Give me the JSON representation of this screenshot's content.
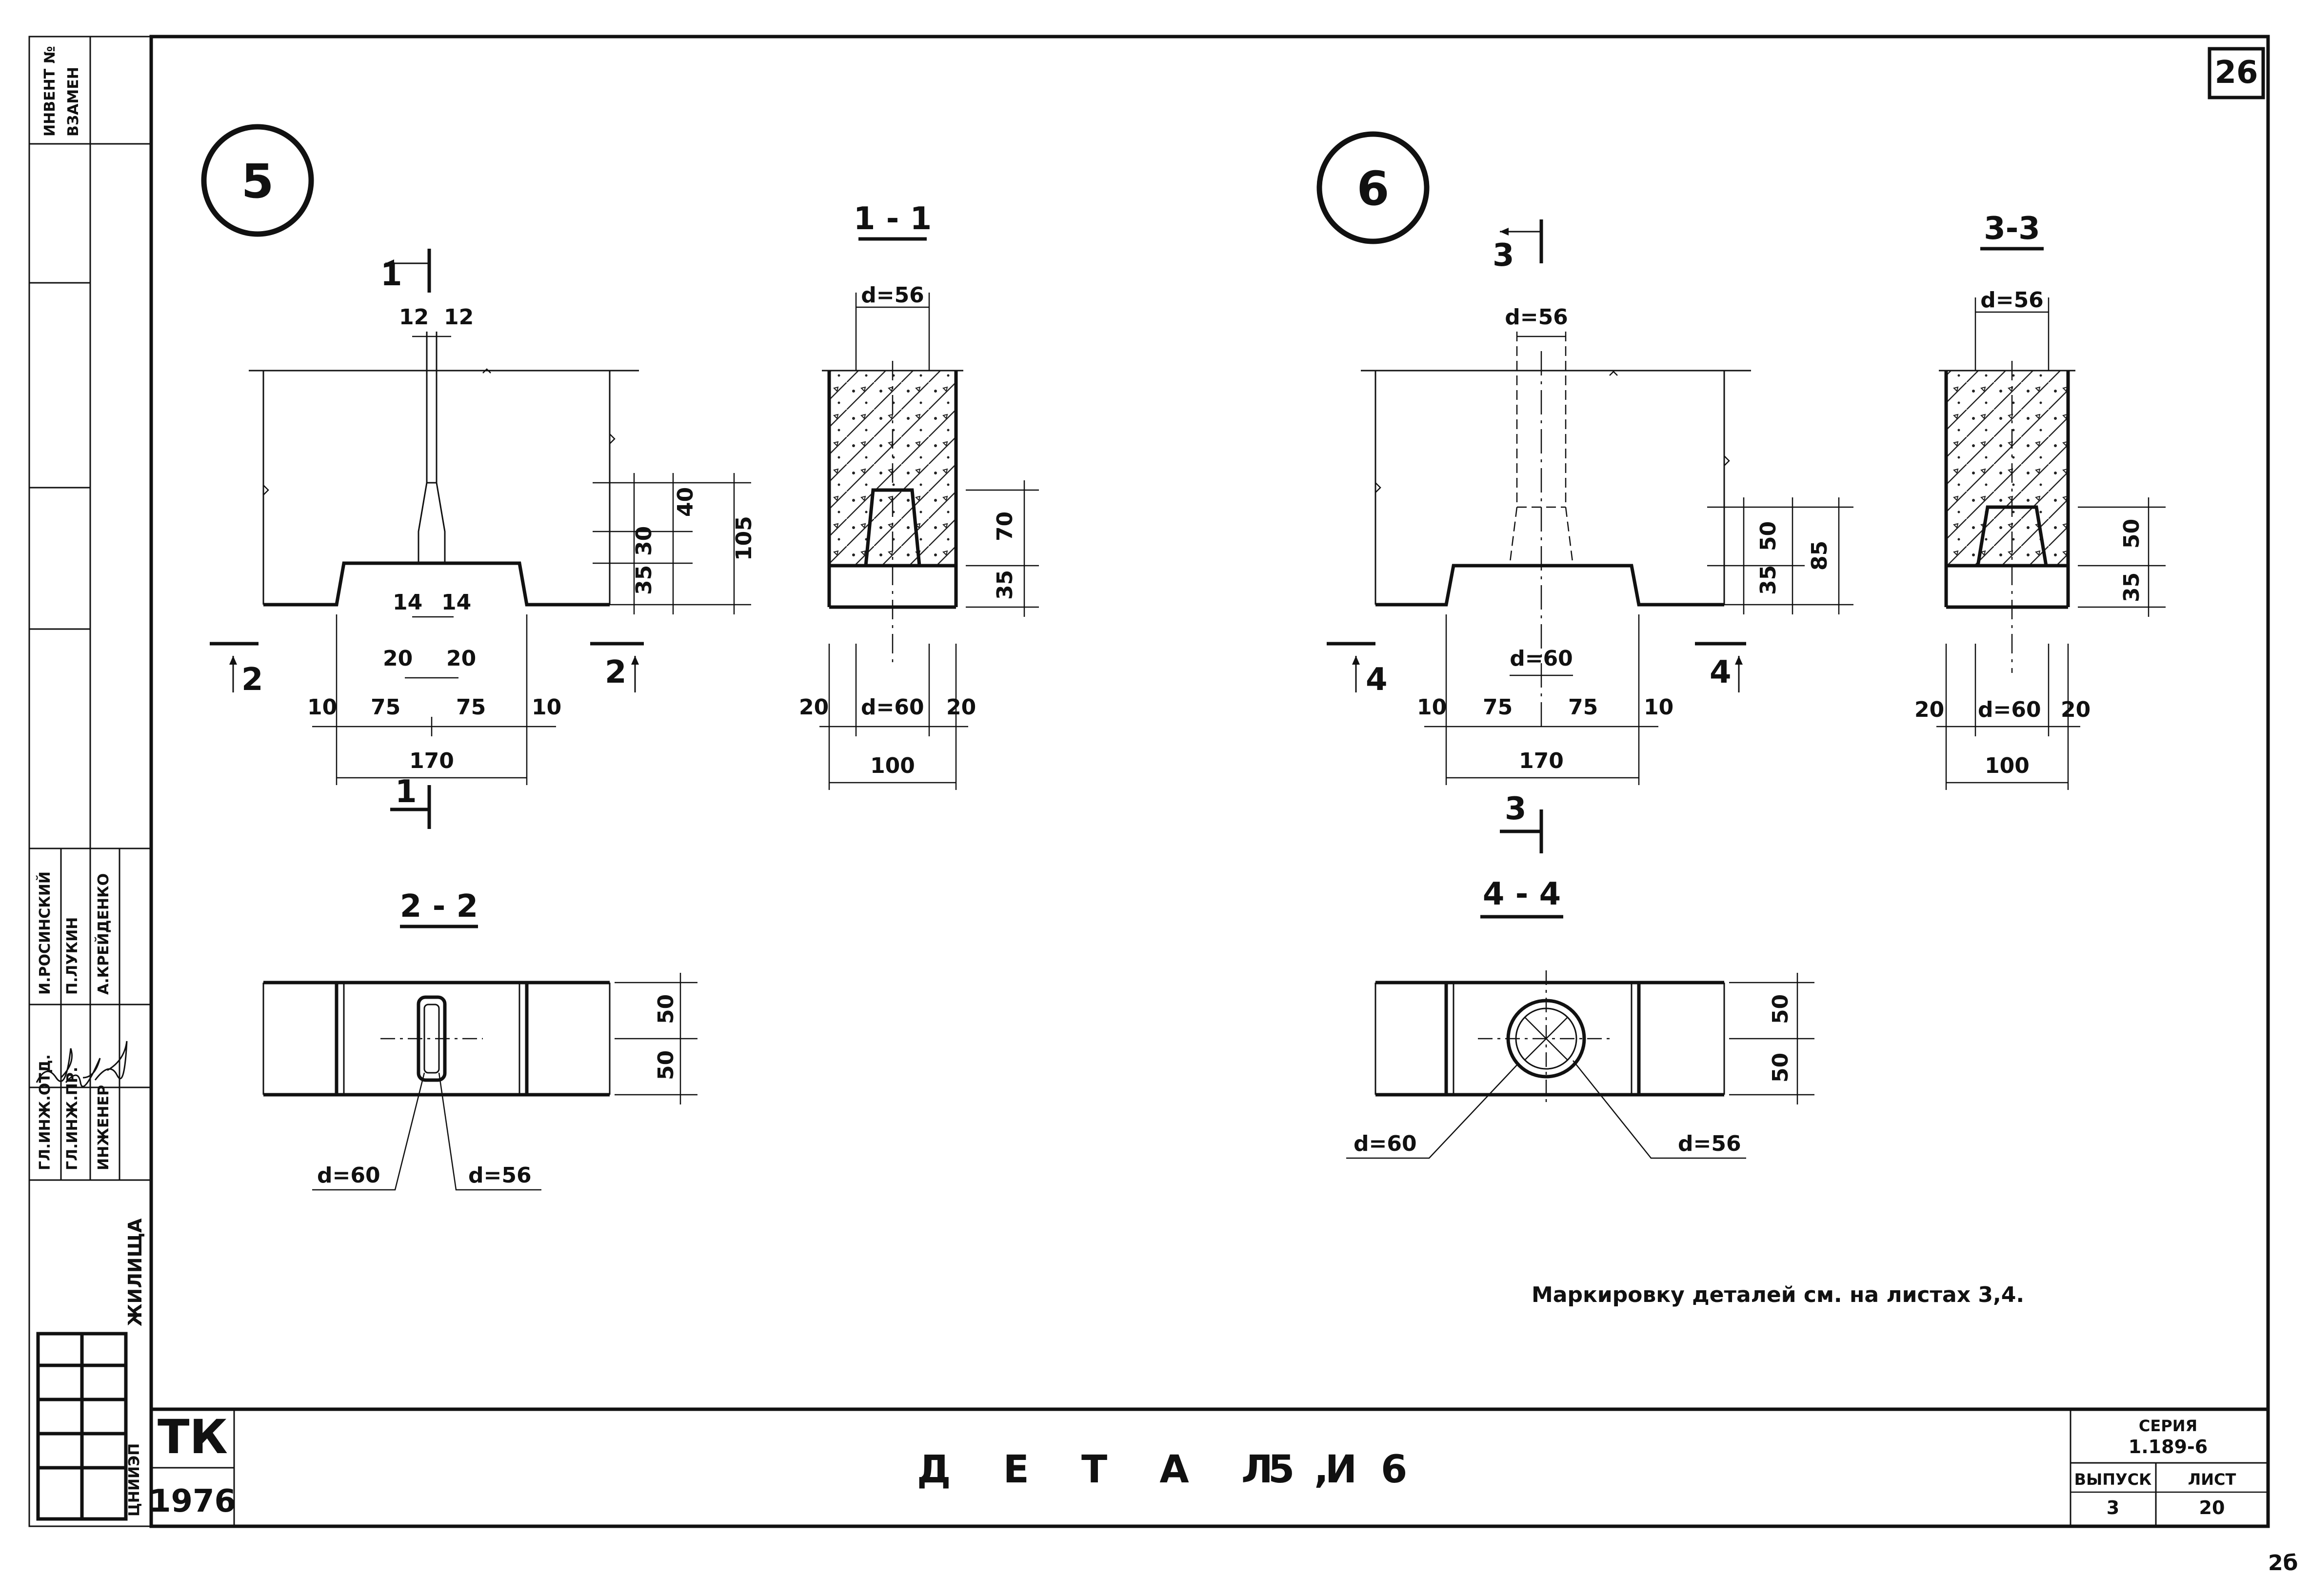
{
  "sheet": {
    "page_number": "26",
    "title": "Д Е Т А Л И",
    "title_numbers": "5, 6",
    "note": "Маркировку деталей см. на листах 3,4.",
    "org_code": "ТК",
    "year": "1976",
    "series_label": "СЕРИЯ",
    "series_value": "1.189-6",
    "issue_label": "ВЫПУСК",
    "issue_value": "3",
    "sheet_label": "ЛИСТ",
    "sheet_value": "20",
    "org_name": "ЖИЛИЩА",
    "org_logo": "ЦНИИЭП",
    "corner_mark": "2б"
  },
  "side_stamp": {
    "inv_label": "ИНВЕНТ №",
    "replace_label": "ВЗАМЕН",
    "rows": [
      {
        "role": "ГЛ.ИНЖ.ОТД.",
        "name": "И.РОСИНСКИЙ"
      },
      {
        "role": "ГЛ.ИНЖ.ПР.",
        "name": "П.ЛУКИН"
      },
      {
        "role": "ИНЖЕНЕР",
        "name": "А.КРЕЙДЕНКО"
      }
    ]
  },
  "detail5": {
    "label": "5",
    "cut_1": "1",
    "cut_2": "2",
    "dims": {
      "top_12a": "12",
      "top_12b": "12",
      "v35": "35",
      "v30": "30",
      "v40": "40",
      "v105": "105",
      "w14a": "14",
      "w14b": "14",
      "w20a": "20",
      "w20b": "20",
      "b10a": "10",
      "b75a": "75",
      "b75b": "75",
      "b10b": "10",
      "total170": "170"
    }
  },
  "section11": {
    "title": "1 - 1",
    "d_top": "d=56",
    "v70": "70",
    "v35": "35",
    "b20a": "20",
    "d_bottom": "d=60",
    "b20b": "20",
    "total100": "100"
  },
  "section22": {
    "title": "2 - 2",
    "v50a": "50",
    "v50b": "50",
    "d60": "d=60",
    "d56": "d=56"
  },
  "detail6": {
    "label": "6",
    "cut_3": "3",
    "cut_4": "4",
    "dims": {
      "d_top": "d=56",
      "v35": "35",
      "v50": "50",
      "v85": "85",
      "d_mid": "d=60",
      "b10a": "10",
      "b75a": "75",
      "b75b": "75",
      "b10b": "10",
      "total170": "170"
    }
  },
  "section33": {
    "title": "3-3",
    "d_top": "d=56",
    "v50": "50",
    "v35": "35",
    "b20a": "20",
    "d_bottom": "d=60",
    "b20b": "20",
    "total100": "100"
  },
  "section44": {
    "title": "4 - 4",
    "v50a": "50",
    "v50b": "50",
    "d60": "d=60",
    "d56": "d=56"
  }
}
